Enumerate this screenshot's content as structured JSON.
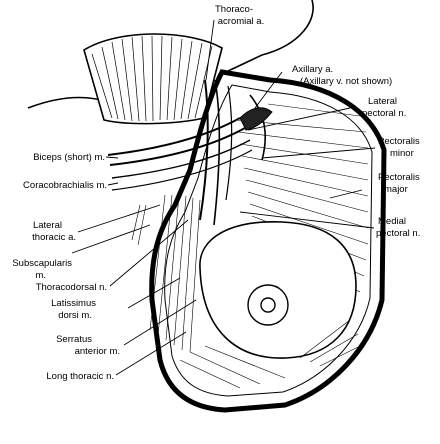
{
  "labels": {
    "thoraco_acromial_1": "Thoraco-",
    "thoraco_acromial_2": "acromial a.",
    "axillary_1": "Axillary a.",
    "axillary_2": "(Axillary v. not shown)",
    "lateral_pectoral_1": "Lateral",
    "lateral_pectoral_2": "pectoral n.",
    "pectoralis_minor_1": "Pectoralis",
    "pectoralis_minor_2": "minor",
    "pectoralis_major_1": "Pectoralis",
    "pectoralis_major_2": "major",
    "medial_pectoral_1": "Medial",
    "medial_pectoral_2": "pectoral n.",
    "biceps_short": "Biceps (short) m.",
    "coracobrachialis": "Coracobrachialis m.",
    "lateral_thoracic_1": "Lateral",
    "lateral_thoracic_2": "thoracic a.",
    "subscapularis_1": "Subscapularis",
    "subscapularis_2": "m.",
    "thoracodorsal": "Thoracodorsal n.",
    "latissimus_1": "Latissimus",
    "latissimus_2": "dorsi m.",
    "serratus_1": "Serratus",
    "serratus_2": "anterior m.",
    "long_thoracic": "Long thoracic n."
  }
}
